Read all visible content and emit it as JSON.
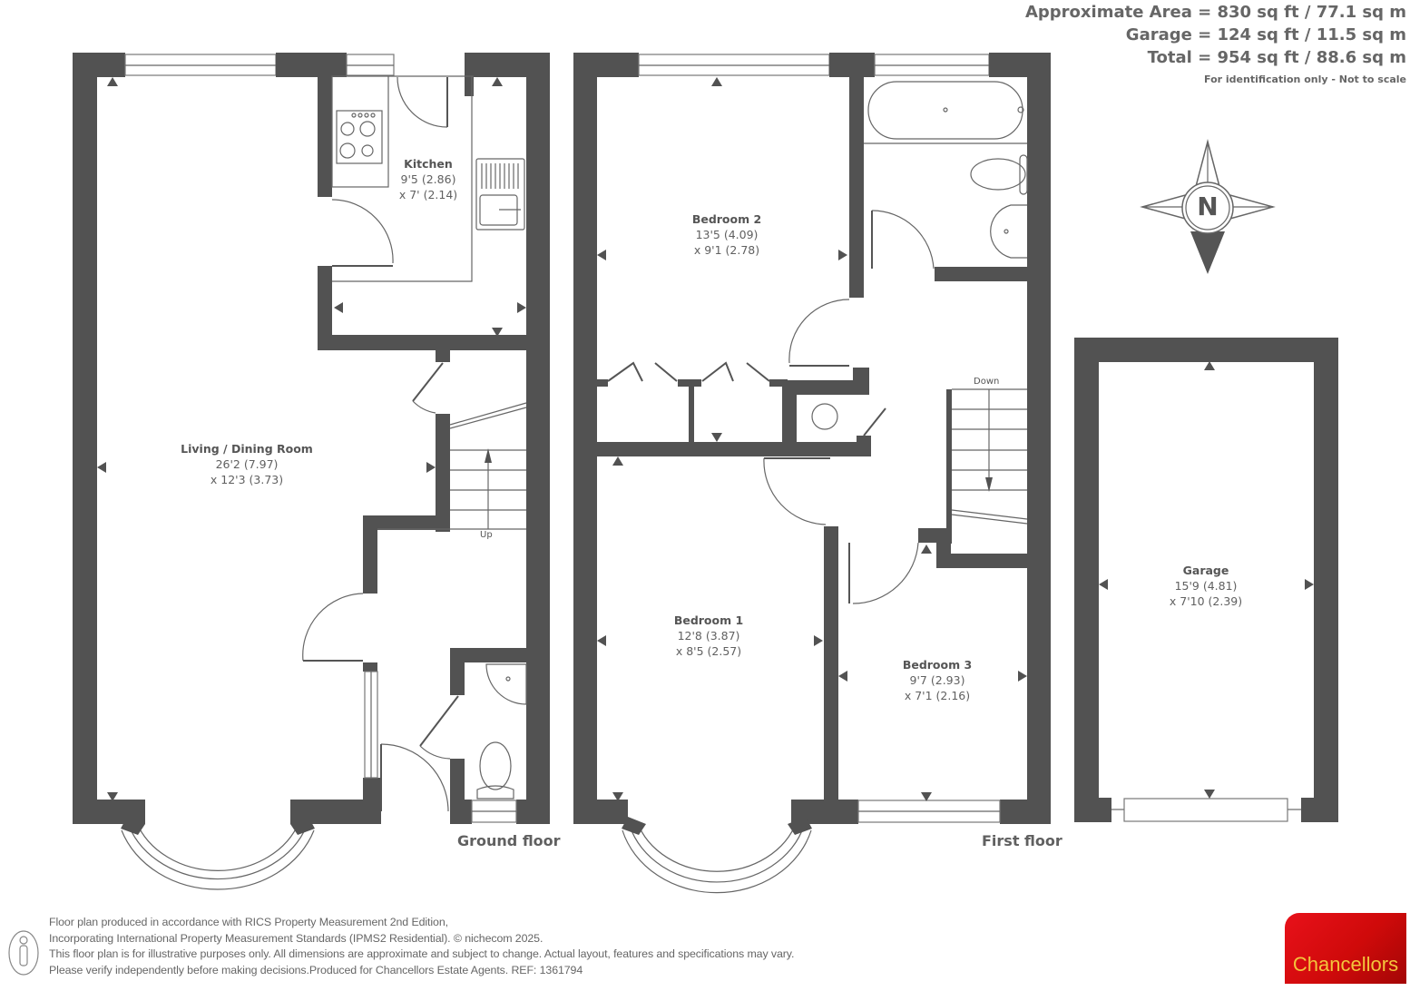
{
  "header": {
    "area_line": "Approximate Area = 830 sq ft / 77.1 sq m",
    "garage_line": "Garage = 124 sq ft / 11.5 sq m",
    "total_line": "Total = 954 sq ft / 88.6 sq m",
    "note": "For identification only - Not to scale"
  },
  "compass": {
    "icon": "compass-north-icon",
    "letter": "N"
  },
  "floors": {
    "ground": {
      "label": "Ground floor",
      "rooms": {
        "living": {
          "name": "Living / Dining Room",
          "dim1": "26'2 (7.97)",
          "dim2": "x 12'3 (3.73)"
        },
        "kitchen": {
          "name": "Kitchen",
          "dim1": "9'5 (2.86)",
          "dim2": "x 7' (2.14)"
        }
      },
      "stairs_label": "Up"
    },
    "first": {
      "label": "First floor",
      "rooms": {
        "bedroom2": {
          "name": "Bedroom 2",
          "dim1": "13'5 (4.09)",
          "dim2": "x 9'1 (2.78)"
        },
        "bedroom1": {
          "name": "Bedroom 1",
          "dim1": "12'8 (3.87)",
          "dim2": "x 8'5 (2.57)"
        },
        "bedroom3": {
          "name": "Bedroom 3",
          "dim1": "9'7 (2.93)",
          "dim2": "x 7'1 (2.16)"
        }
      },
      "stairs_label": "Down"
    },
    "garage": {
      "rooms": {
        "garage": {
          "name": "Garage",
          "dim1": "15'9 (4.81)",
          "dim2": "x 7'10 (2.39)"
        }
      }
    }
  },
  "footer": {
    "lines": [
      "Floor plan produced in accordance with RICS Property Measurement 2nd Edition,",
      "Incorporating International Property Measurement Standards (IPMS2 Residential).   © nichecom 2025.",
      "This floor plan is for illustrative purposes only. All dimensions are approximate and subject to change. Actual layout, features and specifications may vary.",
      "Please verify independently before making decisions.Produced for Chancellors Estate Agents.   REF: 1361794"
    ],
    "logo_text": "Chancellors",
    "colors": {
      "wall": "#525252",
      "logo_red": "#e8111a",
      "logo_text": "#f3c43c"
    }
  }
}
